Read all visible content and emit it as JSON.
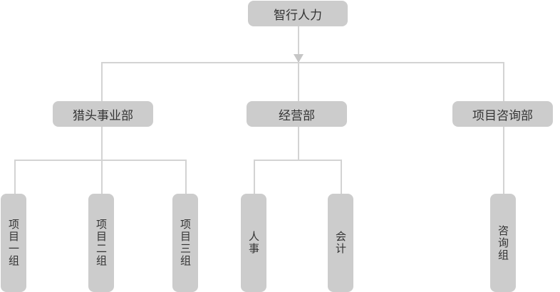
{
  "root": {
    "label": "智行人力"
  },
  "departments": [
    {
      "label": "猎头事业部",
      "groups": [
        "项目一组",
        "项目二组",
        "项目三组"
      ]
    },
    {
      "label": "经营部",
      "groups": [
        "人事",
        "会计"
      ]
    },
    {
      "label": "项目咨询部",
      "groups": [
        "咨询组"
      ]
    }
  ],
  "colors": {
    "node_fill": "#cccccc",
    "connector": "#d3d3d3",
    "text": "#333333"
  }
}
